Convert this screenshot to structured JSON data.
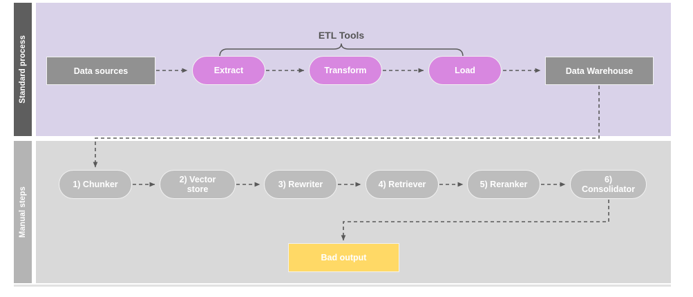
{
  "diagram": {
    "type": "swimlane-flowchart",
    "lanes": [
      {
        "id": "standard-process",
        "label": "Standard process",
        "header_color": "#5e5e5e",
        "body_color": "#d9d2e9"
      },
      {
        "id": "manual-steps",
        "label": "Manual steps",
        "header_color": "#b4b4b4",
        "body_color": "#d9d9d9"
      }
    ],
    "annotations": [
      {
        "id": "etl-bracket",
        "label": "ETL Tools",
        "spans": [
          "Extract",
          "Transform",
          "Load"
        ]
      }
    ],
    "nodes_top": [
      {
        "id": "data-sources",
        "label": "Data sources",
        "shape": "rect",
        "color": "#919191"
      },
      {
        "id": "extract",
        "label": "Extract",
        "shape": "pill",
        "color": "#d887e0"
      },
      {
        "id": "transform",
        "label": "Transform",
        "shape": "pill",
        "color": "#d887e0"
      },
      {
        "id": "load",
        "label": "Load",
        "shape": "pill",
        "color": "#d887e0"
      },
      {
        "id": "data-warehouse",
        "label": "Data Warehouse",
        "shape": "rect",
        "color": "#919191"
      }
    ],
    "nodes_bottom": [
      {
        "id": "chunker",
        "label": "1) Chunker",
        "shape": "pill",
        "color": "#bdbdbd"
      },
      {
        "id": "vector-store",
        "label": "2) Vector store",
        "shape": "pill",
        "color": "#bdbdbd"
      },
      {
        "id": "rewriter",
        "label": "3) Rewriter",
        "shape": "pill",
        "color": "#bdbdbd"
      },
      {
        "id": "retriever",
        "label": "4) Retriever",
        "shape": "pill",
        "color": "#bdbdbd"
      },
      {
        "id": "reranker",
        "label": "5) Reranker",
        "shape": "pill",
        "color": "#bdbdbd"
      },
      {
        "id": "consolidator",
        "label": "6) Consolidator",
        "shape": "pill",
        "color": "#bdbdbd"
      }
    ],
    "nodes_output": [
      {
        "id": "bad-output",
        "label": "Bad output",
        "shape": "rect",
        "color": "#ffd966"
      }
    ],
    "edge_style": {
      "stroke": "#595959",
      "dashed": true,
      "arrowhead": true
    }
  }
}
